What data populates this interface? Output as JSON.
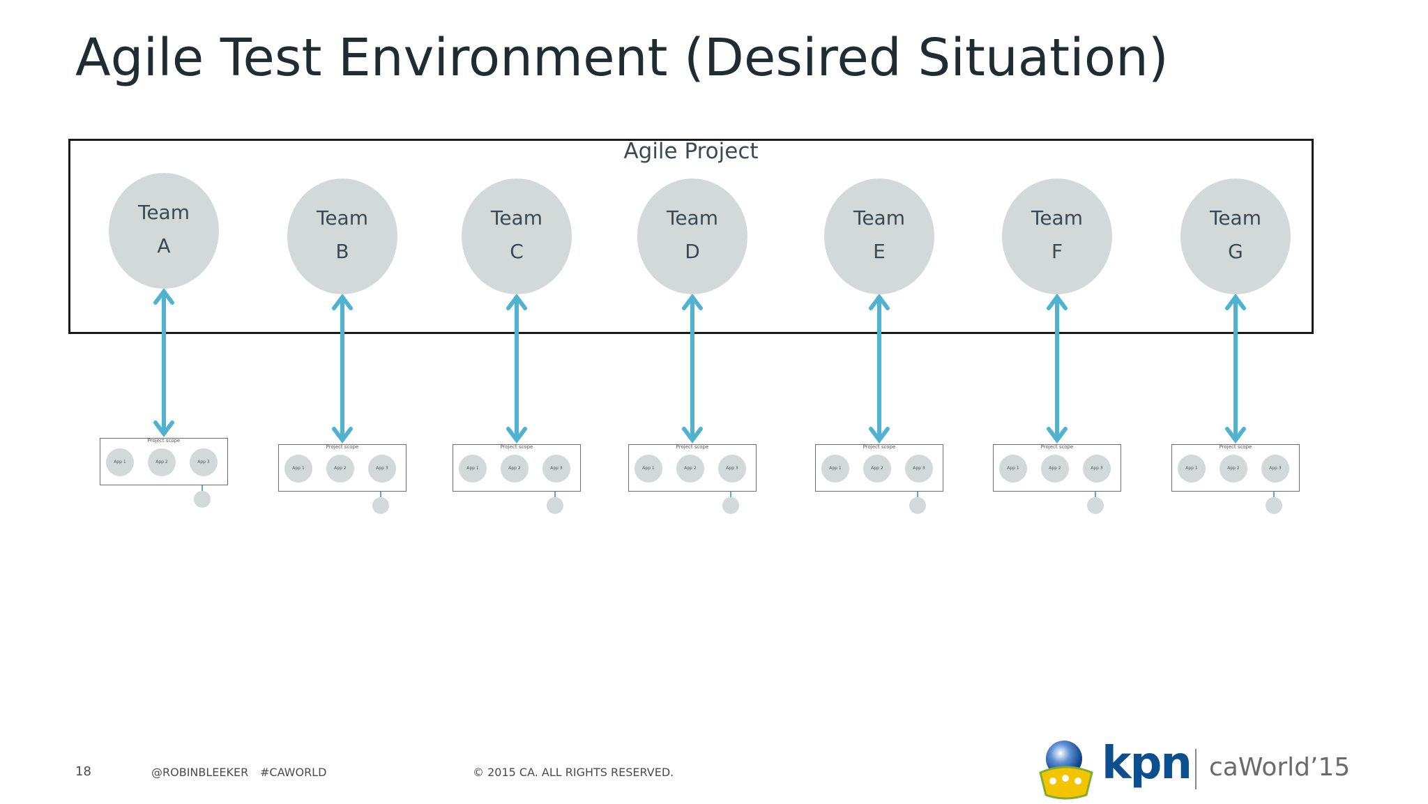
{
  "slide": {
    "title": "Agile Test Environment (Desired Situation)"
  },
  "project": {
    "label": "Agile Project"
  },
  "teams": [
    {
      "line1": "Team",
      "line2": "A"
    },
    {
      "line1": "Team",
      "line2": "B"
    },
    {
      "line1": "Team",
      "line2": "C"
    },
    {
      "line1": "Team",
      "line2": "D"
    },
    {
      "line1": "Team",
      "line2": "E"
    },
    {
      "line1": "Team",
      "line2": "F"
    },
    {
      "line1": "Team",
      "line2": "G"
    }
  ],
  "mini_scope": {
    "title": "Project scope",
    "apps": [
      "App 1",
      "App 2",
      "App 3"
    ]
  },
  "footer": {
    "page_number": "18",
    "handle": "@ROBINBLEEKER",
    "hashtag": "#CAWORLD",
    "copyright": "© 2015 CA. ALL RIGHTS RESERVED."
  },
  "logos": {
    "kpn": "kpn",
    "caworld": "caWorld’15"
  },
  "colors": {
    "arrow": "#4fb3cf",
    "circle": "#d3d8d9",
    "kpn_blue": "#0d4e8f"
  }
}
